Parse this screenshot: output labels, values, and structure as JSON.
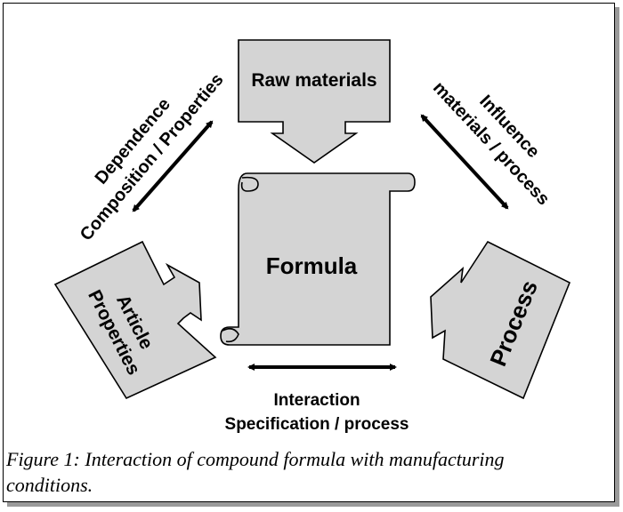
{
  "diagram": {
    "raw_materials": "Raw materials",
    "formula": "Formula",
    "article_properties": {
      "line1": "Article",
      "line2": "Properties"
    },
    "process": "Process",
    "dependence": {
      "line1": "Dependence",
      "line2": "Composition / Properties"
    },
    "influence": {
      "line1": "Influence",
      "line2": "materials / process"
    },
    "interaction": {
      "line1": "Interaction",
      "line2": "Specification / process"
    }
  },
  "caption": "Figure 1: Interaction of compound formula with manufacturing conditions.",
  "colors": {
    "shape_fill": "#d4d4d4",
    "border": "#000000",
    "shadow": "#9a9a9a"
  }
}
